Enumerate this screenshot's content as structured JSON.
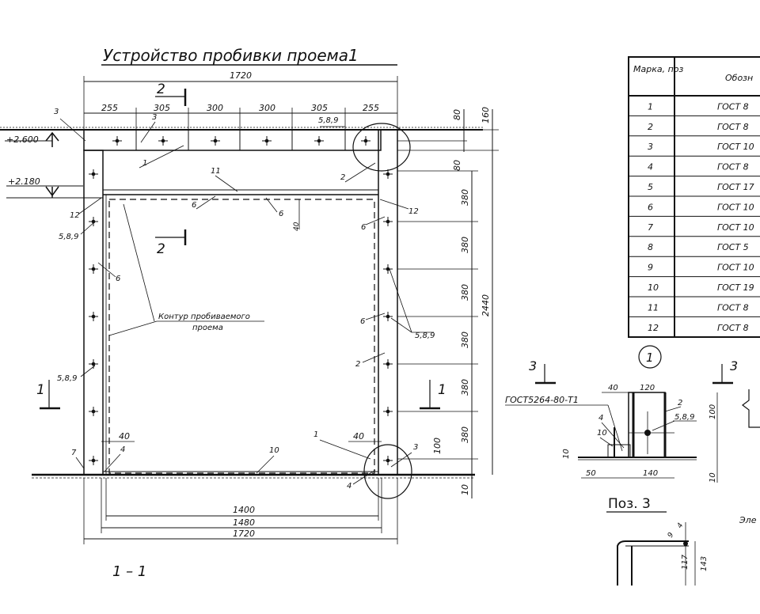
{
  "title": "Устройство пробивки проема1",
  "dims_top": [
    "255",
    "305",
    "300",
    "300",
    "305",
    "255"
  ],
  "dim_total_width": "1720",
  "dims_right": [
    "80",
    "380",
    "380",
    "380",
    "380",
    "380",
    "380",
    "100"
  ],
  "dim_right_outer_top": "80",
  "dim_right_outer_top2": "160",
  "dim_right_total": "2440",
  "dim_bottom_10": "10",
  "dim_bottom": [
    "1400",
    "1480",
    "1720"
  ],
  "dim_inner_40": "40",
  "dim_40_label": "40",
  "levels": [
    "+2.600",
    "+2.180"
  ],
  "section_marks": {
    "s2": "2",
    "s1": "1"
  },
  "contour_label": [
    "Контур пробиваемого",
    "проема"
  ],
  "callouts": [
    "3",
    "3",
    "1",
    "2",
    "11",
    "6",
    "6",
    "12",
    "12",
    "5,8,9",
    "5,8,9",
    "5,8,9",
    "5,8,9",
    "6",
    "6",
    "6",
    "2",
    "1",
    "4",
    "7",
    "4",
    "10",
    "3",
    "4"
  ],
  "section_title": "1 – 1",
  "table": {
    "header": [
      "Марка, поз",
      "Обозн"
    ],
    "rows": [
      [
        "1",
        "ГОСТ 8"
      ],
      [
        "2",
        "ГОСТ 8"
      ],
      [
        "3",
        "ГОСТ 10"
      ],
      [
        "4",
        "ГОСТ 8"
      ],
      [
        "5",
        "ГОСТ 17"
      ],
      [
        "6",
        "ГОСТ 10"
      ],
      [
        "7",
        "ГОСТ 10"
      ],
      [
        "8",
        "ГОСТ 5"
      ],
      [
        "9",
        "ГОСТ 10"
      ],
      [
        "10",
        "ГОСТ 19"
      ],
      [
        "11",
        "ГОСТ 8"
      ],
      [
        "12",
        "ГОСТ 8"
      ]
    ]
  },
  "detail": {
    "circle_label": "1",
    "gost_label": "ГОСТ5264-80-Т1",
    "dims": [
      "40",
      "120",
      "100",
      "10",
      "50",
      "140",
      "10"
    ],
    "callouts": [
      "2",
      "5,8,9",
      "4",
      "10"
    ],
    "title": "Поз. 3",
    "section3": "3",
    "elem_label": "Эле"
  },
  "bottom_detail_dims": [
    "9",
    "4",
    "117",
    "143"
  ]
}
